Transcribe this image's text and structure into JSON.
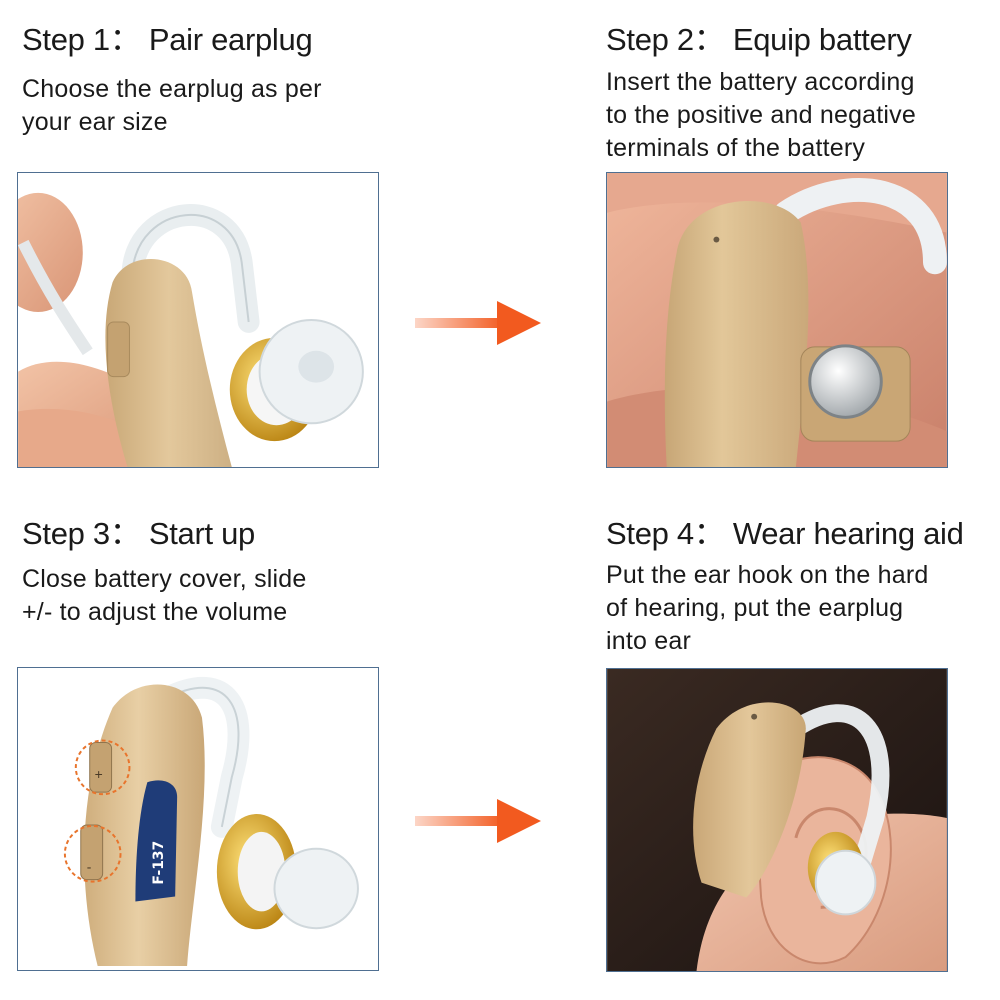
{
  "steps": [
    {
      "title": "Step 1： Pair earplug",
      "desc_lines": [
        "Choose the earplug as per",
        "your ear size"
      ],
      "image": "hearing-aid-with-earplug-held-in-fingers"
    },
    {
      "title": "Step 2： Equip battery",
      "desc_lines": [
        "Insert the battery according",
        "to the positive and negative",
        "terminals of the battery"
      ],
      "image": "hearing-aid-with-open-battery-door"
    },
    {
      "title": "Step 3： Start up",
      "desc_lines": [
        "Close battery cover, slide",
        "+/-  to adjust the volume"
      ],
      "image": "hearing-aid-side-view-volume-slider",
      "model_label": "F-137",
      "slider_marks": [
        "+",
        "-"
      ]
    },
    {
      "title": "Step 4： Wear hearing aid",
      "desc_lines": [
        "Put the ear hook on the hard",
        "of hearing, put the earplug",
        "into ear"
      ],
      "image": "hearing-aid-worn-behind-ear"
    }
  ],
  "arrows": [
    "arrow-right-icon",
    "arrow-right-icon"
  ],
  "colors": {
    "frame": "#4f6f91",
    "arrow": "#f25a1f",
    "device_beige": "#d6b889",
    "gold": "#d9a520",
    "label_blue": "#1f3c78",
    "callout": "#e8742c"
  }
}
